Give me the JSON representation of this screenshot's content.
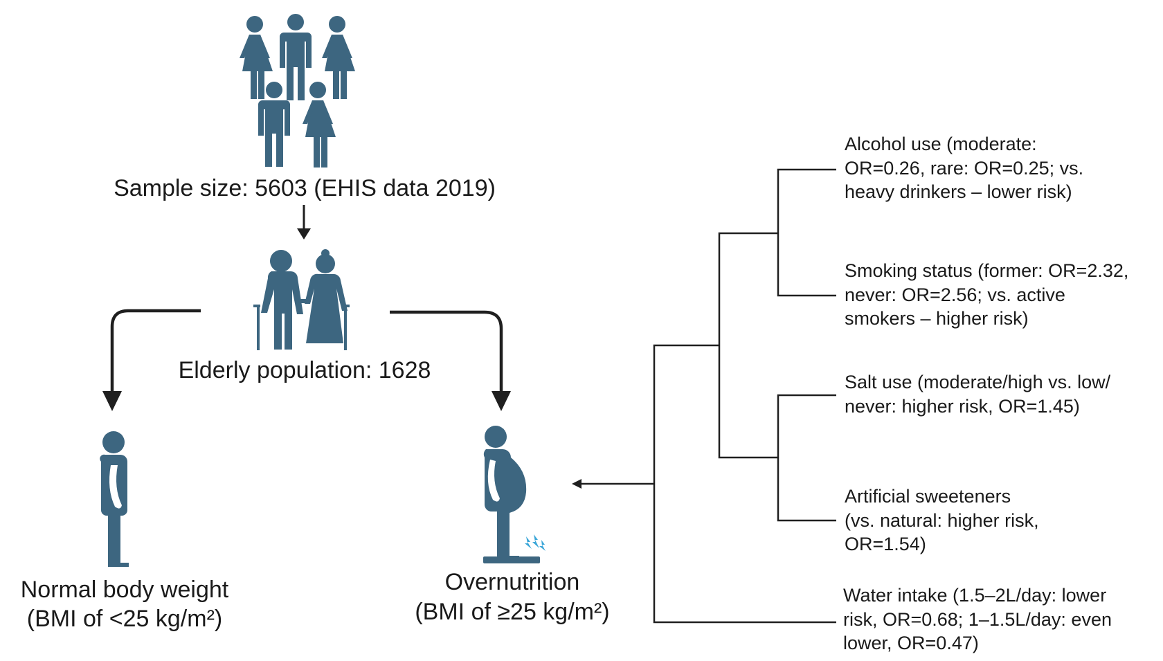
{
  "sample": {
    "label": "Sample size: 5603 (EHIS data 2019)"
  },
  "elderly": {
    "label": "Elderly population: 1628"
  },
  "normal": {
    "title": "Normal body weight",
    "subtitle": "(BMI of <25 kg/m²)"
  },
  "overnutrition": {
    "title": "Overnutrition",
    "subtitle": "(BMI of ≥25 kg/m²)"
  },
  "factors": [
    {
      "lines": [
        "Alcohol use (moderate:",
        "OR=0.26, rare: OR=0.25; vs.",
        "heavy drinkers – lower risk)"
      ]
    },
    {
      "lines": [
        "Smoking status (former: OR=2.32,",
        "never: OR=2.56; vs. active",
        "smokers – higher risk)"
      ]
    },
    {
      "lines": [
        "Salt use (moderate/high vs. low/",
        "never: higher risk, OR=1.45)"
      ]
    },
    {
      "lines": [
        "Artificial sweeteners",
        "(vs. natural: higher risk,",
        "OR=1.54)"
      ]
    },
    {
      "lines": [
        "Water intake (1.5–2L/day: lower",
        "risk, OR=0.68; 1–1.5L/day: even",
        "lower, OR=0.47)"
      ]
    }
  ],
  "colors": {
    "figure": "#3d6680",
    "line": "#1f1f1f",
    "accent": "#3aa6d8"
  },
  "icons": {
    "population": "group-of-people-icon",
    "elderly": "elderly-couple-icon",
    "normal": "standing-person-icon",
    "overweight": "overweight-person-on-scale-icon"
  }
}
